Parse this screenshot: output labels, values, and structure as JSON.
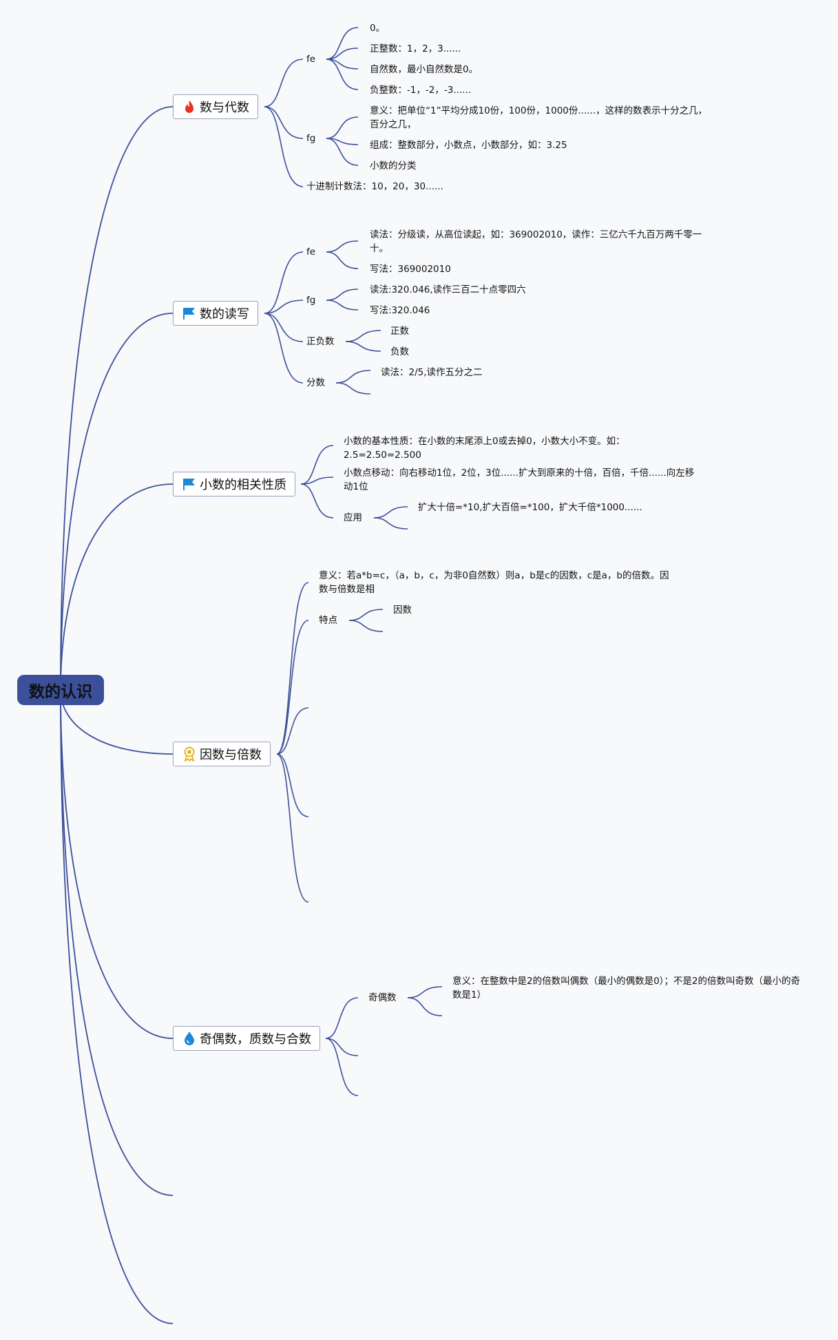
{
  "root": {
    "label": "数的认识"
  },
  "colors": {
    "line": "#3b4f9a",
    "root_bg": "#3b4f9a",
    "topic_border": "#9aa2b8"
  },
  "topics": [
    {
      "label": "数与代数",
      "icon": "fire-icon"
    },
    {
      "label": "数的读写",
      "icon": "flag-icon"
    },
    {
      "label": "小数的相关性质",
      "icon": "flag-icon"
    },
    {
      "label": "因数与倍数",
      "icon": "award-icon"
    },
    {
      "label": "奇偶数，质数与合数",
      "icon": "water-drop-icon"
    }
  ],
  "t1": {
    "fe": {
      "label": "fe",
      "items": [
        "0。",
        "正整数：1，2，3......",
        "自然数，最小自然数是0。",
        "负整数：-1，-2，-3......"
      ]
    },
    "fg": {
      "label": "fg",
      "items": [
        "意义：把单位“1”平均分成10份，100份，1000份......，这样的数表示十分之几，百分之几，",
        "组成：整数部分，小数点，小数部分，如：3.25",
        "小数的分类"
      ]
    },
    "decimal": "十进制计数法：10，20，30......"
  },
  "t2": {
    "fe": {
      "label": "fe",
      "items": [
        "读法：分级读，从高位读起，如：369002010，读作：三亿六千九百万两千零一十。",
        "写法：369002010"
      ]
    },
    "fg": {
      "label": "fg",
      "items": [
        "读法:320.046,读作三百二十点零四六",
        "写法:320.046"
      ]
    },
    "posneg": {
      "label": "正负数",
      "items": [
        "正数",
        "负数"
      ]
    },
    "fraction": {
      "label": "分数",
      "items": [
        "读法：2/5,读作五分之二"
      ]
    }
  },
  "t3": {
    "basic": "小数的基本性质：在小数的末尾添上0或去掉0，小数大小不变。如：2.5=2.50=2.500",
    "move": "小数点移动：向右移动1位，2位，3位......扩大到原来的十倍，百倍，千倍......向左移动1位",
    "apply": {
      "label": "应用",
      "items": [
        "扩大十倍=*10,扩大百倍=*100，扩大千倍*1000......"
      ]
    }
  },
  "t4": {
    "meaning": "意义：若a*b=c，（a，b，c，为非0自然数）则a，b是c的因数，c是a，b的倍数。因数与倍数是相",
    "feature": {
      "label": "特点",
      "items": [
        "因数"
      ]
    }
  },
  "t5": {
    "oddeven": {
      "label": "奇偶数",
      "items": [
        "意义：在整数中是2的倍数叫偶数（最小的偶数是0）；不是2的倍数叫奇数（最小的奇数是1）"
      ]
    }
  }
}
